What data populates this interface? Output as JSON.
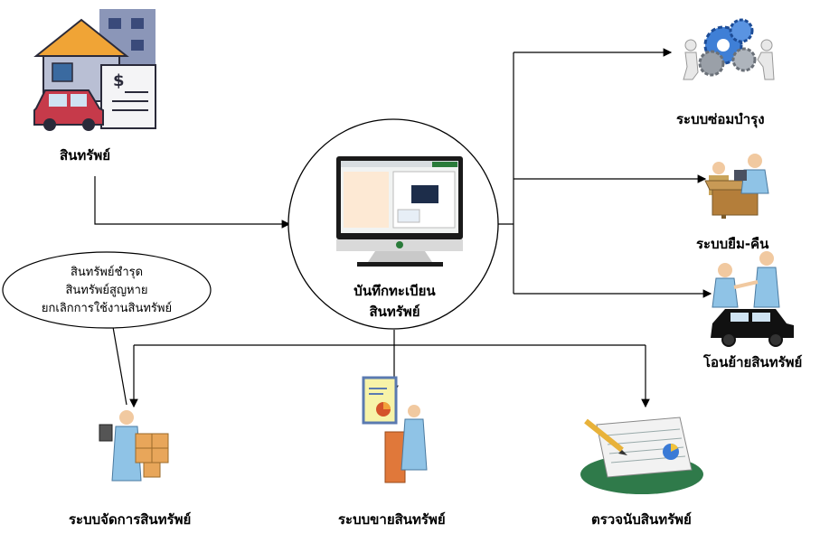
{
  "nodes": {
    "asset": "สินทรัพย์",
    "center_line1": "บันทึกทะเบียน",
    "center_line2": "สินทรัพย์",
    "maintenance": "ระบบซ่อมบำรุง",
    "borrow": "ระบบยืม-คืน",
    "transfer": "โอนย้ายสินทรัพย์",
    "manage": "ระบบจัดการสินทรัพย์",
    "sell": "ระบบขายสินทรัพย์",
    "count": "ตรวจนับสินทรัพย์"
  },
  "note": {
    "line1": "สินทรัพย์ชำรุด",
    "line2": "สินทรัพย์สูญหาย",
    "line3": "ยกเลิกการใช้งานสินทรัพย์"
  },
  "colors": {
    "line": "#000000",
    "house_roof": "#f0a436",
    "building": "#8b96b8",
    "car": "#c63a4a",
    "monitor": "#1a1a1a",
    "screen": "#2a7b3a",
    "person": "#8fc3e6",
    "gear": "#3f7fd6"
  },
  "icons": [
    "house-car-document-icon",
    "computer-monitor-icon",
    "gears-people-icon",
    "desk-people-icon",
    "handshake-car-icon",
    "person-boxes-icon",
    "presenter-chart-icon",
    "report-pencil-icon"
  ]
}
